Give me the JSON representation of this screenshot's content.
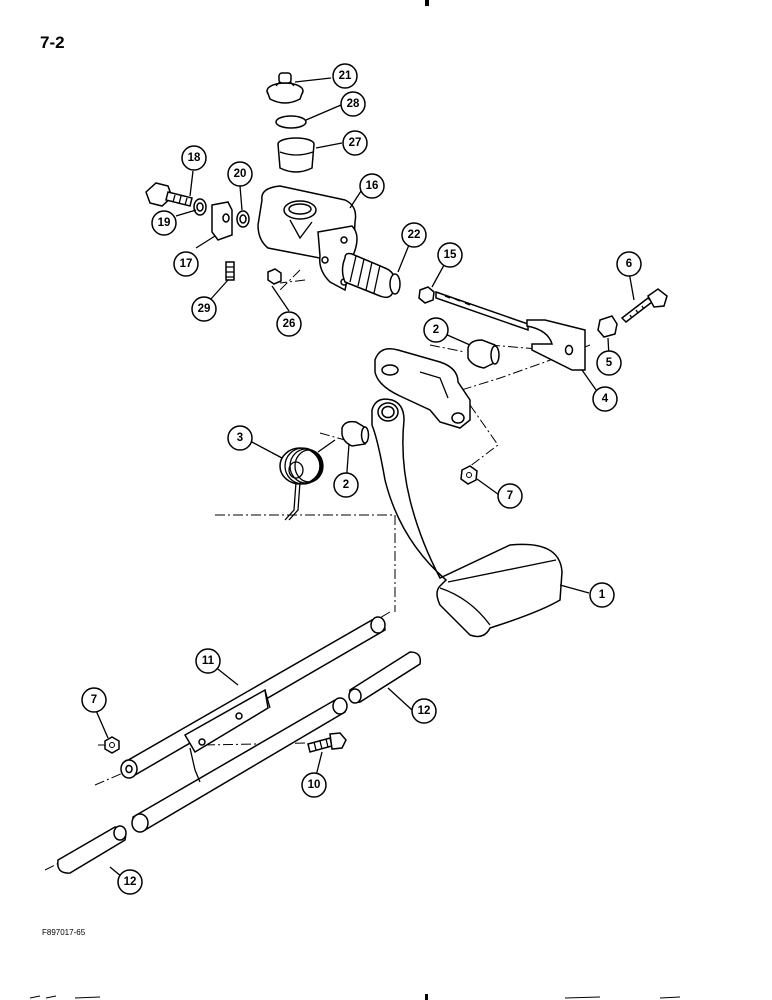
{
  "page": {
    "number": "7-2",
    "figure_code": "F897017-65"
  },
  "diagram": {
    "type": "exploded parts diagram",
    "callouts": {
      "c21": "21",
      "c28": "28",
      "c27": "27",
      "c16": "16",
      "c18": "18",
      "c20": "20",
      "c19": "19",
      "c17": "17",
      "c29": "29",
      "c26": "26",
      "c22": "22",
      "c15": "15",
      "c6": "6",
      "c5": "5",
      "c4": "4",
      "c2a": "2",
      "c2b": "2",
      "c3": "3",
      "c7a": "7",
      "c1": "1",
      "c11": "11",
      "c7b": "7",
      "c12a": "12",
      "c10": "10",
      "c12b": "12"
    }
  }
}
